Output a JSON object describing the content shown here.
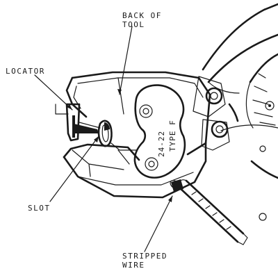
{
  "labels": {
    "back_of_tool": [
      "BACK OF",
      "TOOL"
    ],
    "locator": "LOCATOR",
    "slot": "SLOT",
    "stripped_wire": [
      "STRIPPED",
      "WIRE"
    ]
  },
  "die_marking": {
    "gauge": "24-22",
    "type": "TYPE F"
  }
}
